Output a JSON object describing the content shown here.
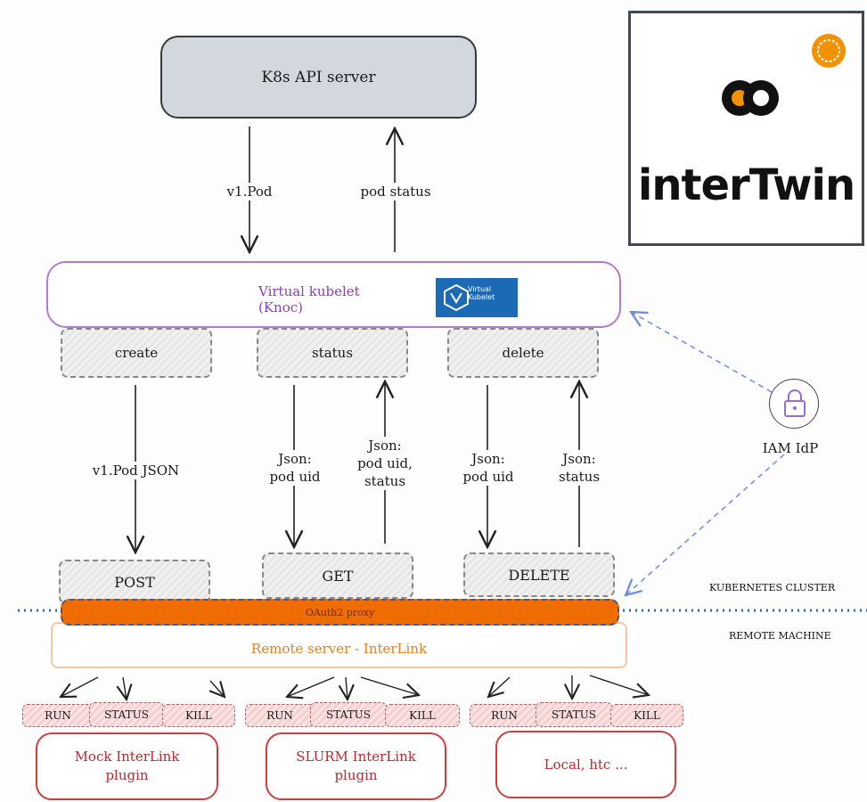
{
  "api_server": "K8s API server",
  "logo": {
    "wordmark": "interTwin",
    "brand_color": "#f39200"
  },
  "flows_top": {
    "down_label": "v1.Pod",
    "up_label": "pod status"
  },
  "kubelet": {
    "label": "Virtual kubelet (Knoc)",
    "badge_text": "Virtual Kubelet",
    "badge_color": "#1c69b5"
  },
  "operations": [
    "create",
    "status",
    "delete"
  ],
  "flow_labels": {
    "create": "v1.Pod JSON",
    "status_down": "Json: pod uid",
    "status_up": "Json: pod uid, status",
    "delete_down": "Json: pod uid",
    "delete_up": "Json: status"
  },
  "methods": [
    "POST",
    "GET",
    "DELETE"
  ],
  "oauth": "OAuth2 proxy",
  "remote_server": "Remote server - InterLink",
  "zones": {
    "upper": "KUBERNETES CLUSTER",
    "lower": "REMOTE MACHINE"
  },
  "iam": "IAM IdP",
  "plugin_groups": [
    {
      "actions": [
        "RUN",
        "STATUS",
        "KILL"
      ],
      "name": "Mock InterLink plugin"
    },
    {
      "actions": [
        "RUN",
        "STATUS",
        "KILL"
      ],
      "name": "SLURM InterLink plugin"
    },
    {
      "actions": [
        "RUN",
        "STATUS",
        "KILL"
      ],
      "name": "Local, htc ..."
    }
  ],
  "colors": {
    "oauth": "#ef6c00",
    "remote": "#e67e22",
    "plugin": "#c0272d",
    "kubelet": "#8e3fb6",
    "dotted_boundary": "#2a6db5"
  }
}
